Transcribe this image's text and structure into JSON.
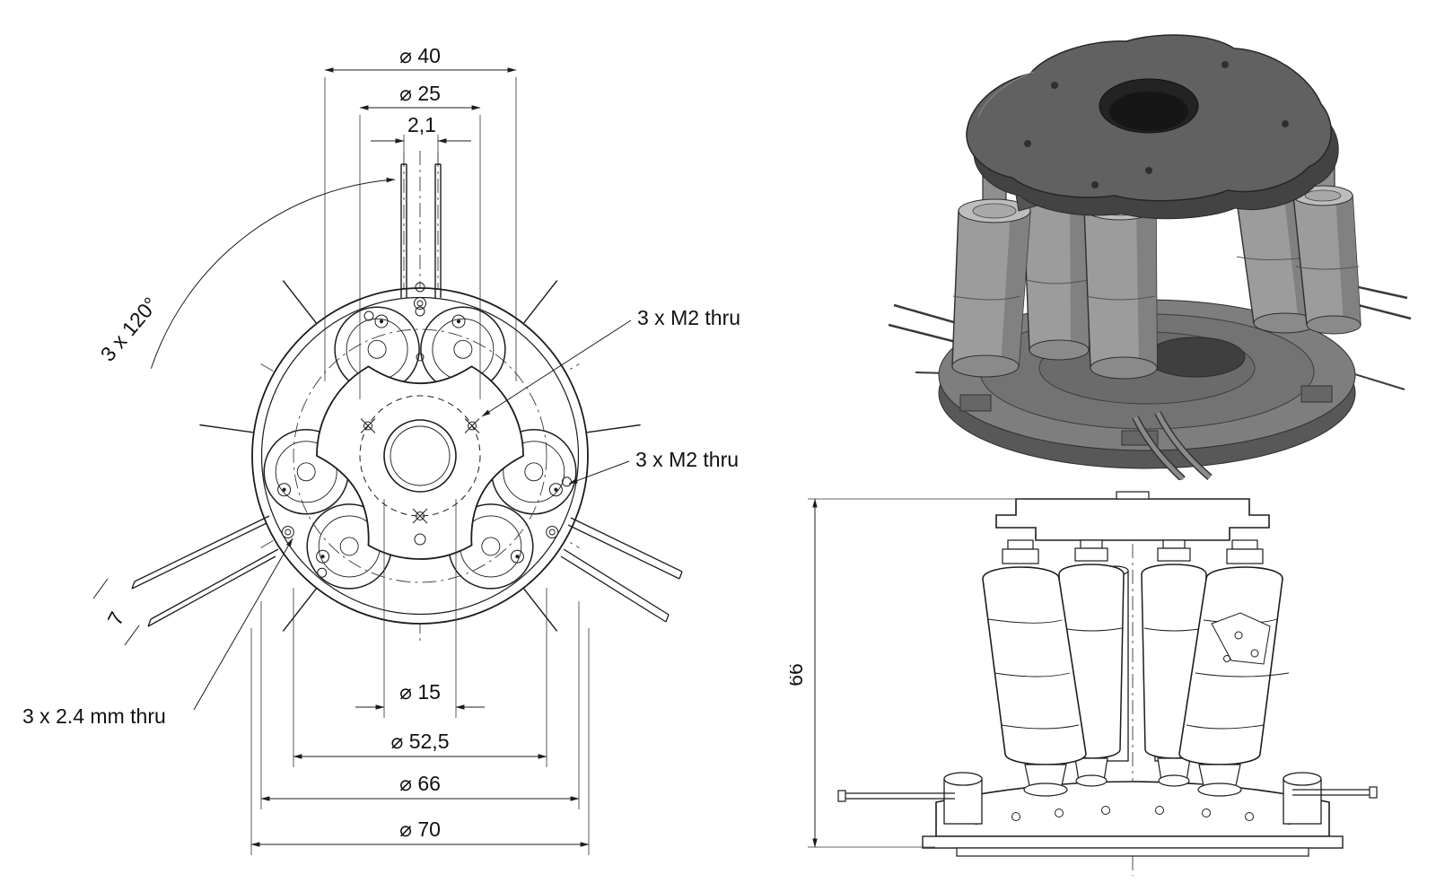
{
  "sheet": {
    "background": "#ffffff",
    "line_color": "#1c1c1c"
  },
  "top_view": {
    "dim_d40": "⌀ 40",
    "dim_d25": "⌀ 25",
    "dim_pin_pitch": "2,1",
    "dim_angle": "3 x 120°",
    "note_m2_inner": "3 x M2 thru",
    "note_m2_outer": "3 x M2 thru",
    "note_holes_24": "3 x 2.4 mm thru",
    "dim_d15": "⌀ 15",
    "dim_d52_5": "⌀ 52,5",
    "dim_d66": "⌀ 66",
    "dim_d70": "⌀ 70",
    "dim_cable_pitch": "7"
  },
  "front_view": {
    "dim_height": "66"
  }
}
